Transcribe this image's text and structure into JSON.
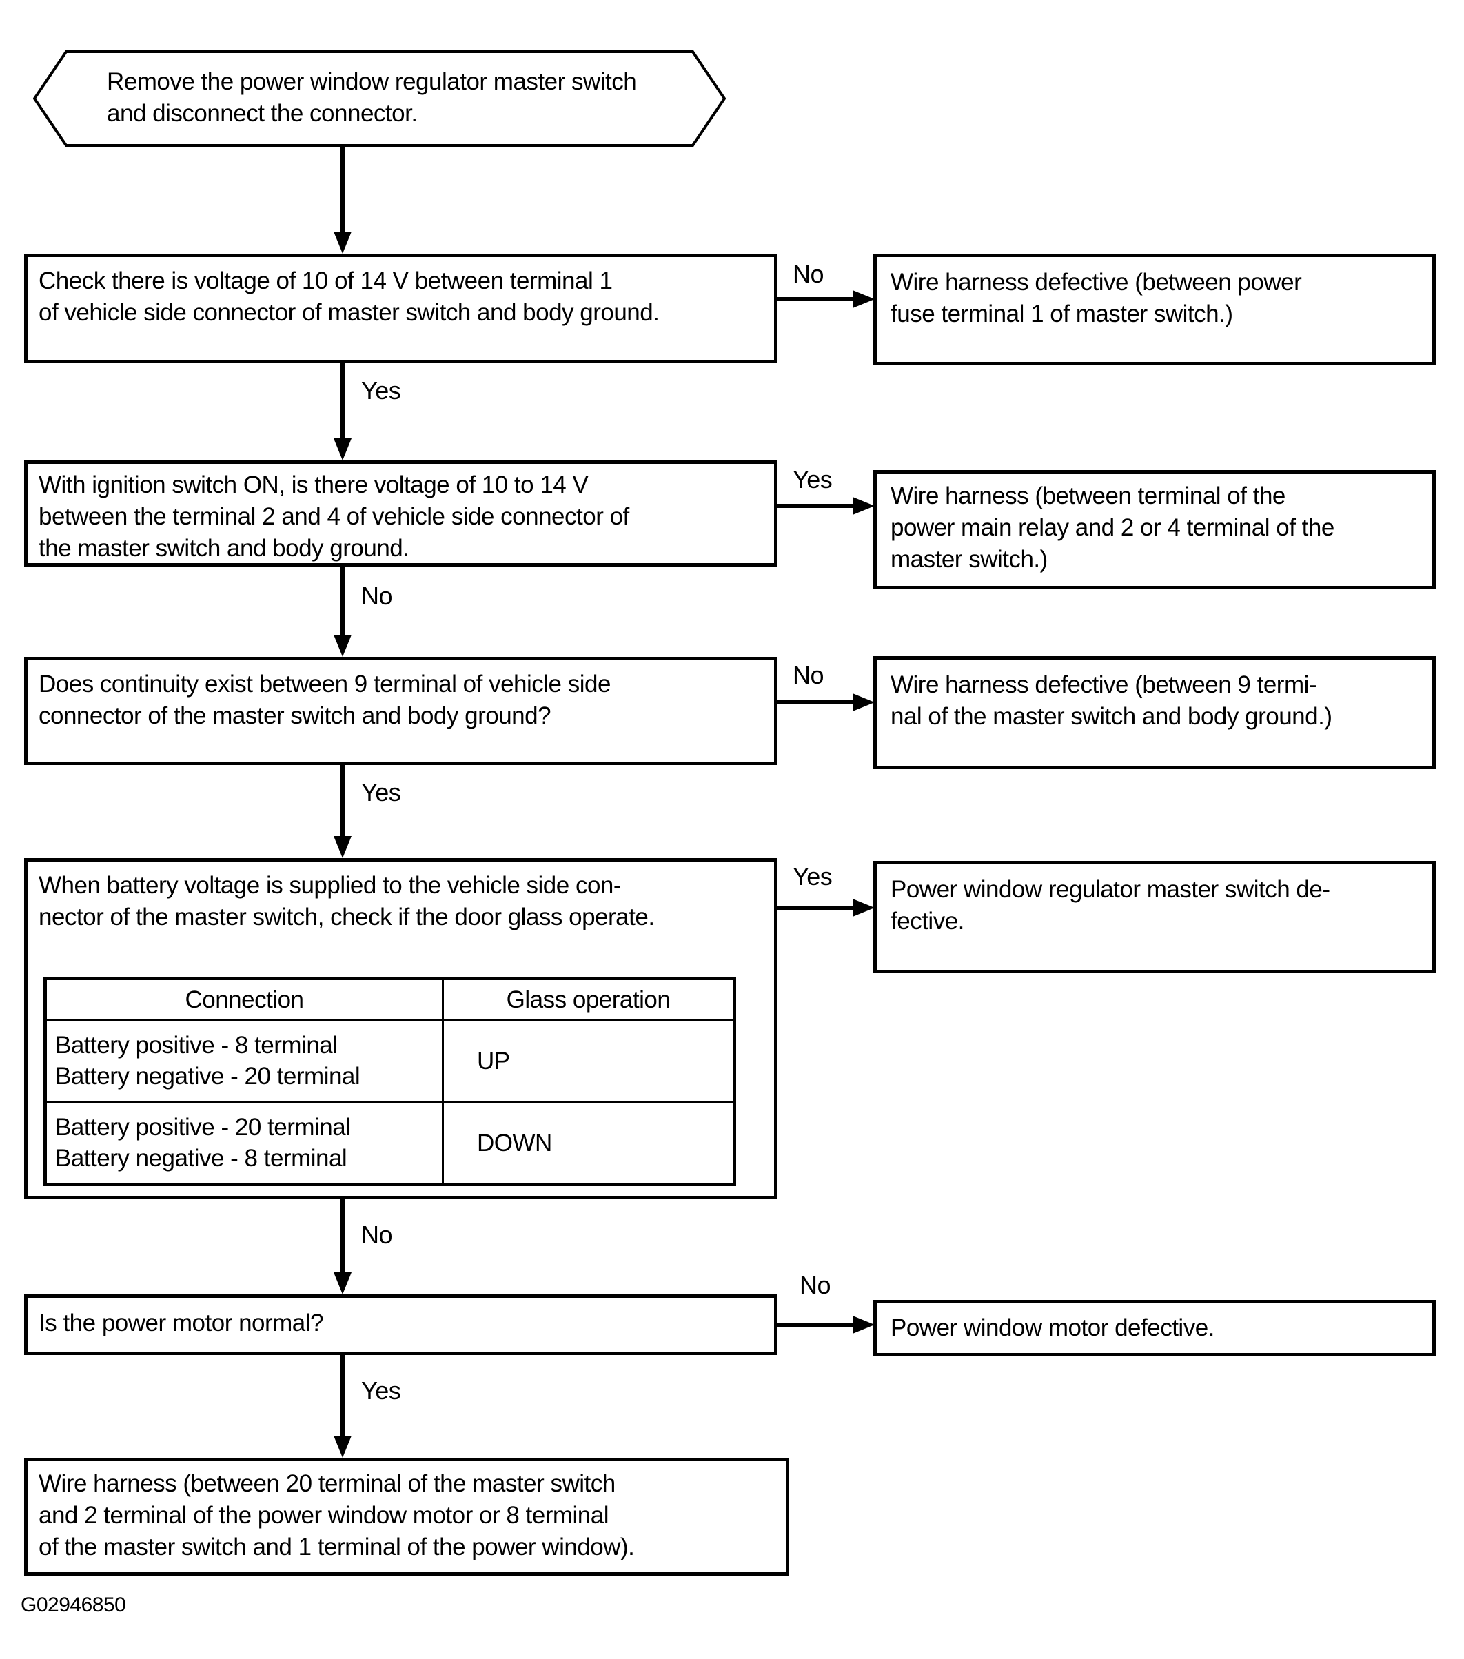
{
  "colors": {
    "ink": "#000000",
    "background": "#ffffff"
  },
  "figure_id": "G02946850",
  "start": {
    "lines": [
      "Remove the power window regulator master switch",
      "and disconnect the connector."
    ]
  },
  "rows": [
    {
      "question": {
        "lines": [
          "Check there is voltage of 10 of 14 V between terminal 1",
          "of vehicle side connector of master switch and body ground."
        ]
      },
      "side_label": "No",
      "result": {
        "lines": [
          "Wire harness defective (between power",
          "fuse terminal 1 of master switch.)"
        ]
      },
      "down_label": "Yes"
    },
    {
      "question": {
        "lines": [
          "With ignition switch ON, is there voltage of 10 to 14 V",
          "between the terminal 2 and 4 of vehicle side connector of",
          "the master switch and body ground."
        ]
      },
      "side_label": "Yes",
      "result": {
        "lines": [
          "Wire harness (between terminal of the",
          "power main relay and 2 or 4 terminal of the",
          "master switch.)"
        ]
      },
      "down_label": "No"
    },
    {
      "question": {
        "lines": [
          "Does continuity exist between 9 terminal of vehicle side",
          "connector of the master switch and body ground?"
        ]
      },
      "side_label": "No",
      "result": {
        "lines": [
          "Wire harness defective (between 9 termi-",
          "nal of the master switch and body ground.)"
        ]
      },
      "down_label": "Yes"
    },
    {
      "question": {
        "lines": [
          "When battery voltage is supplied to the vehicle side con-",
          "nector of the master switch, check if the door glass operate."
        ]
      },
      "side_label": "Yes",
      "result": {
        "lines": [
          "Power window regulator master switch de-",
          "fective."
        ]
      },
      "down_label": "No"
    },
    {
      "question": {
        "lines": [
          "Is the power motor normal?"
        ]
      },
      "side_label": "No",
      "result": {
        "lines": [
          "Power window motor defective."
        ]
      },
      "down_label": "Yes"
    }
  ],
  "glass_table": {
    "headers": [
      "Connection",
      "Glass operation"
    ],
    "rows": [
      {
        "connection": [
          "Battery positive - 8 terminal",
          "Battery negative - 20 terminal"
        ],
        "operation": "UP"
      },
      {
        "connection": [
          "Battery positive - 20 terminal",
          "Battery negative - 8 terminal"
        ],
        "operation": "DOWN"
      }
    ]
  },
  "final": {
    "lines": [
      "Wire harness (between 20 terminal of the master switch",
      "and 2 terminal of the power window motor or 8 terminal",
      "of the master switch and 1 terminal of the power window)."
    ]
  }
}
